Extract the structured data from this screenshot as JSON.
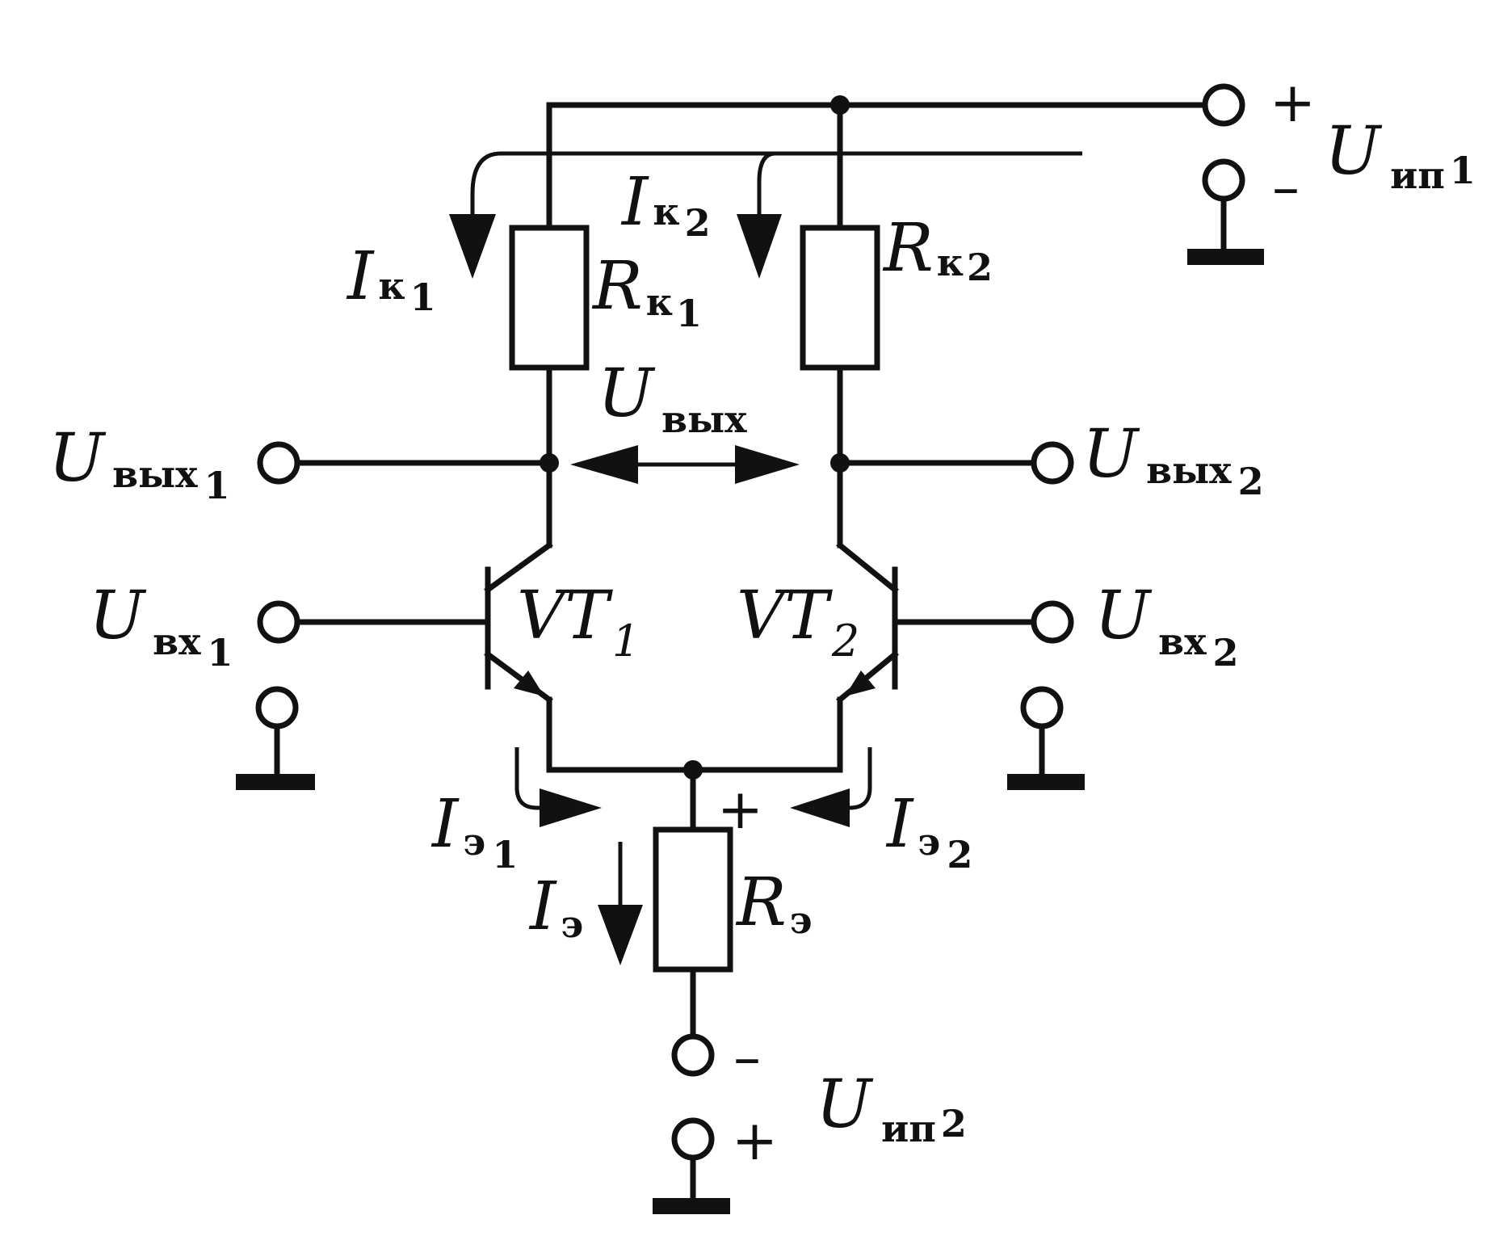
{
  "labels": {
    "ik1": {
      "main": "I",
      "sub": "к",
      "idx": "1"
    },
    "ik2": {
      "main": "I",
      "sub": "к",
      "idx": "2"
    },
    "rk1": {
      "main": "R",
      "sub": "к",
      "idx": "1"
    },
    "rk2": {
      "main": "R",
      "sub": "к",
      "idx": "2"
    },
    "uout": {
      "main": "U",
      "sub": "вых"
    },
    "uout1": {
      "main": "U",
      "sub": "вых",
      "idx": "1"
    },
    "uout2": {
      "main": "U",
      "sub": "вых",
      "idx": "2"
    },
    "uin1": {
      "main": "U",
      "sub": "вх",
      "idx": "1"
    },
    "uin2": {
      "main": "U",
      "sub": "вх",
      "idx": "2"
    },
    "vt1": {
      "main": "VT",
      "idx": "1"
    },
    "vt2": {
      "main": "VT",
      "idx": "2"
    },
    "ie1": {
      "main": "I",
      "sub": "э",
      "idx": "1"
    },
    "ie2": {
      "main": "I",
      "sub": "э",
      "idx": "2"
    },
    "ie": {
      "main": "I",
      "sub": "э"
    },
    "re": {
      "main": "R",
      "sub": "э"
    },
    "usup1": {
      "main": "U",
      "sub": "ип",
      "idx": "1"
    },
    "usup2": {
      "main": "U",
      "sub": "ип",
      "idx": "2"
    }
  },
  "signs": {
    "sup1_plus": "+",
    "sup1_minus": "–",
    "re_plus": "+",
    "sup2_minus": "–",
    "sup2_plus": "+"
  }
}
